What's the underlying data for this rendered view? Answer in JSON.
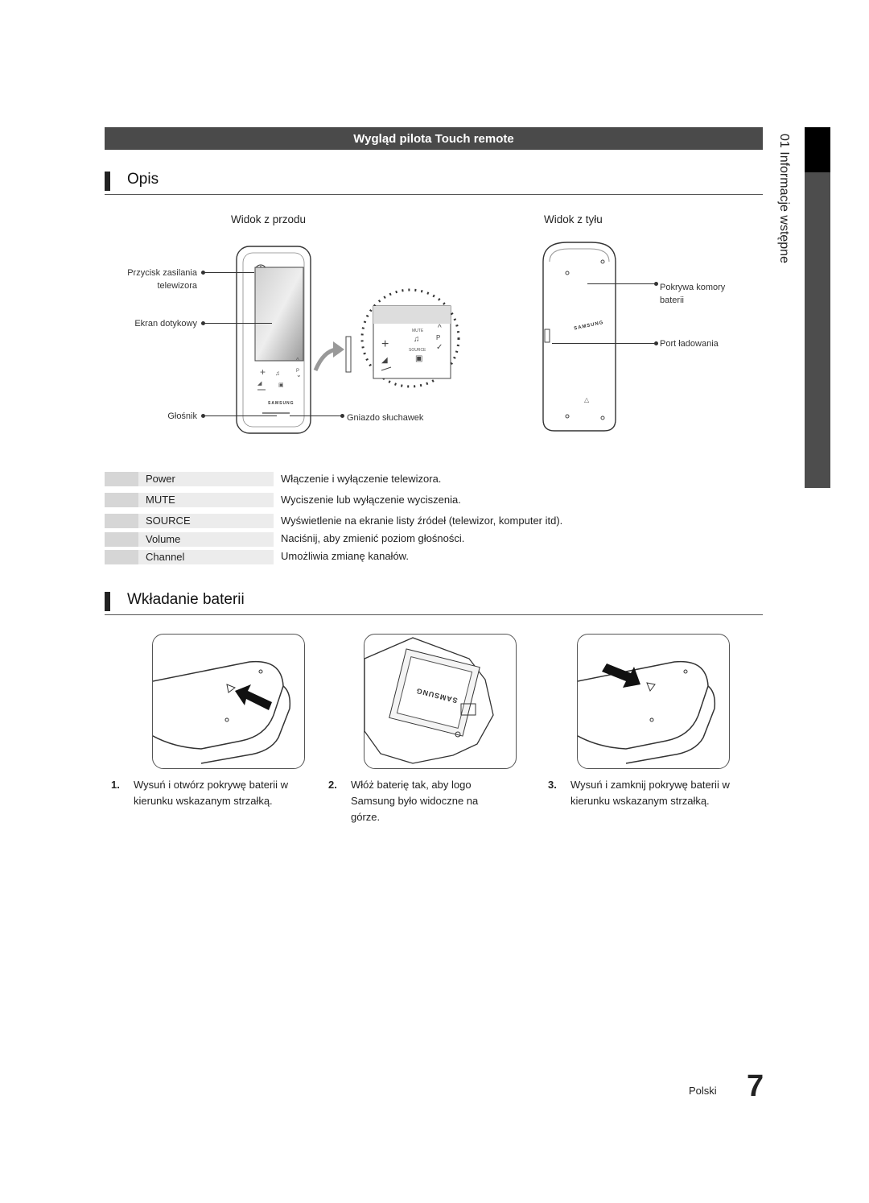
{
  "banner": "Wygląd pilota Touch remote",
  "section_opis": "Opis",
  "views": {
    "front": "Widok z przodu",
    "back": "Widok z tyłu"
  },
  "callouts": {
    "power_l1": "Przycisk zasilania",
    "power_l2": "telewizora",
    "touch": "Ekran dotykowy",
    "speaker": "Głośnik",
    "headphones": "Gniazdo słuchawek",
    "cover_l1": "Pokrywa komory",
    "cover_l2": "baterii",
    "charge": "Port ładowania"
  },
  "remote_text": {
    "brand": "SAMSUNG",
    "mute": "MUTE",
    "source": "SOURCE",
    "p": "P"
  },
  "table": [
    {
      "key": "Power",
      "desc": "Włączenie i wyłączenie telewizora."
    },
    {
      "key": "MUTE",
      "desc": "Wyciszenie lub wyłączenie wyciszenia."
    },
    {
      "key": "SOURCE",
      "desc": "Wyświetlenie na ekranie listy źródeł (telewizor, komputer itd)."
    },
    {
      "key": "Volume",
      "desc": "Naciśnij, aby zmienić poziom głośności."
    },
    {
      "key": "Channel",
      "desc": "Umożliwia zmianę kanałów."
    }
  ],
  "section_battery": "Wkładanie baterii",
  "steps": [
    {
      "num": "1.",
      "text": "Wysuń i otwórz pokrywę baterii w kierunku wskazanym strzałką."
    },
    {
      "num": "2.",
      "text": "Włóż baterię tak, aby logo Samsung było widoczne na górze."
    },
    {
      "num": "3.",
      "text": "Wysuń i zamknij pokrywę baterii w kierunku wskazanym strzałką."
    }
  ],
  "side_tab": "01  Informacje wstępne",
  "footer": {
    "language": "Polski",
    "page": "7"
  }
}
